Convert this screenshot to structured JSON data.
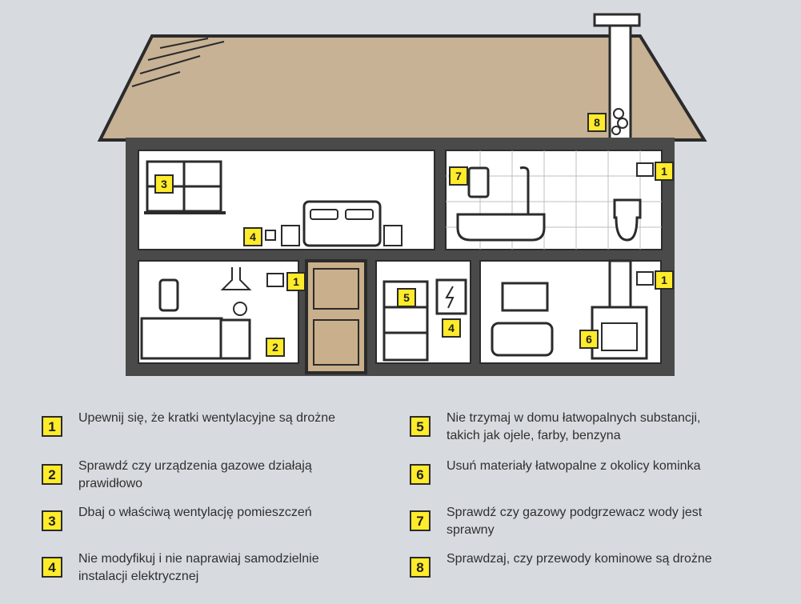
{
  "colors": {
    "roof": "#c8b295",
    "walls": "#4a4a4a",
    "room_bg": "#ffffff",
    "door": "#c9af8b",
    "badge": "#ffeb2a",
    "background": "#d7dbe0"
  },
  "badges": [
    "1",
    "1",
    "1",
    "2",
    "3",
    "4",
    "4",
    "5",
    "6",
    "7",
    "8"
  ],
  "legend": [
    {
      "number": "1",
      "text": "Upewnij się, że kratki wentylacyjne są drożne"
    },
    {
      "number": "2",
      "text": "Sprawdź czy urządzenia gazowe działają prawidłowo"
    },
    {
      "number": "3",
      "text": "Dbaj o właściwą wentylację pomieszczeń"
    },
    {
      "number": "4",
      "text": "Nie modyfikuj i nie naprawiaj samodzielnie instalacji elektrycznej"
    },
    {
      "number": "5",
      "text": "Nie trzymaj w domu łatwopalnych substancji, takich jak ojele, farby, benzyna"
    },
    {
      "number": "6",
      "text": "Usuń materiały łatwopalne z okolicy kominka"
    },
    {
      "number": "7",
      "text": "Sprawdź czy gazowy podgrzewacz wody jest sprawny"
    },
    {
      "number": "8",
      "text": "Sprawdzaj, czy przewody kominowe są drożne"
    }
  ]
}
